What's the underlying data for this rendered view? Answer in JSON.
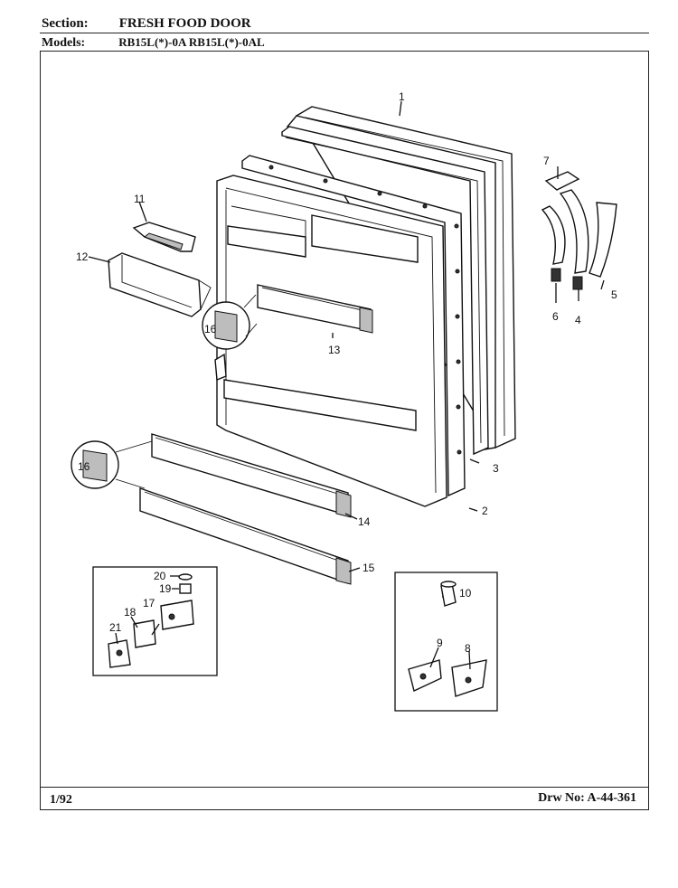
{
  "header": {
    "section_label": "Section:",
    "section_value": "FRESH FOOD DOOR",
    "models_label": "Models:",
    "models_value": "RB15L(*)-0A  RB15L(*)-0AL"
  },
  "footer": {
    "date": "1/92",
    "drawing_number": "Drw No: A-44-361"
  },
  "callouts": {
    "c1": "1",
    "c2": "2",
    "c3": "3",
    "c4": "4",
    "c5": "5",
    "c6": "6",
    "c7": "7",
    "c8": "8",
    "c9": "9",
    "c10": "10",
    "c11": "11",
    "c12": "12",
    "c13": "13",
    "c14": "14",
    "c15": "15",
    "c16a": "16",
    "c16b": "16",
    "c17": "17",
    "c18": "18",
    "c19": "19",
    "c20": "20",
    "c21": "21"
  }
}
